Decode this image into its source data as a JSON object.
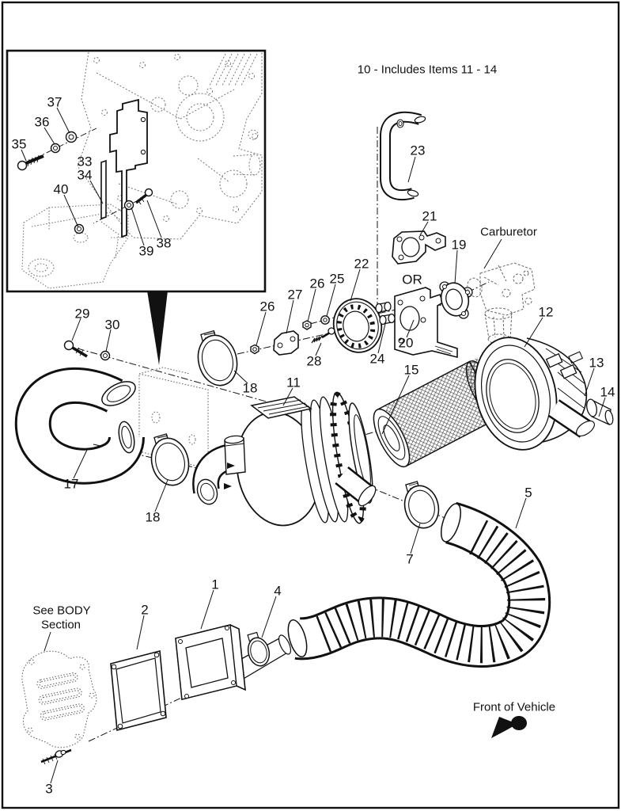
{
  "page": {
    "note_title": "10 - Includes Items 11 - 14",
    "carburetor_label": "Carburetor",
    "or_label": "OR",
    "see_body_line1": "See BODY",
    "see_body_line2": "Section",
    "front_label": "Front of Vehicle"
  },
  "part_labels": [
    {
      "text": "37"
    },
    {
      "text": "36"
    },
    {
      "text": "35"
    },
    {
      "text": "33"
    },
    {
      "text": "34"
    },
    {
      "text": "40"
    },
    {
      "text": "38"
    },
    {
      "text": "39"
    },
    {
      "text": "23"
    },
    {
      "text": "21"
    },
    {
      "text": "19"
    },
    {
      "text": "22"
    },
    {
      "text": "25"
    },
    {
      "text": "26"
    },
    {
      "text": "27"
    },
    {
      "text": "26"
    },
    {
      "text": "29"
    },
    {
      "text": "30"
    },
    {
      "text": "12"
    },
    {
      "text": "20"
    },
    {
      "text": "24"
    },
    {
      "text": "28"
    },
    {
      "text": "13"
    },
    {
      "text": "15"
    },
    {
      "text": "14"
    },
    {
      "text": "11"
    },
    {
      "text": "18"
    },
    {
      "text": "17"
    },
    {
      "text": "18"
    },
    {
      "text": "5"
    },
    {
      "text": "7"
    },
    {
      "text": "1"
    },
    {
      "text": "4"
    },
    {
      "text": "2"
    },
    {
      "text": "3"
    }
  ]
}
